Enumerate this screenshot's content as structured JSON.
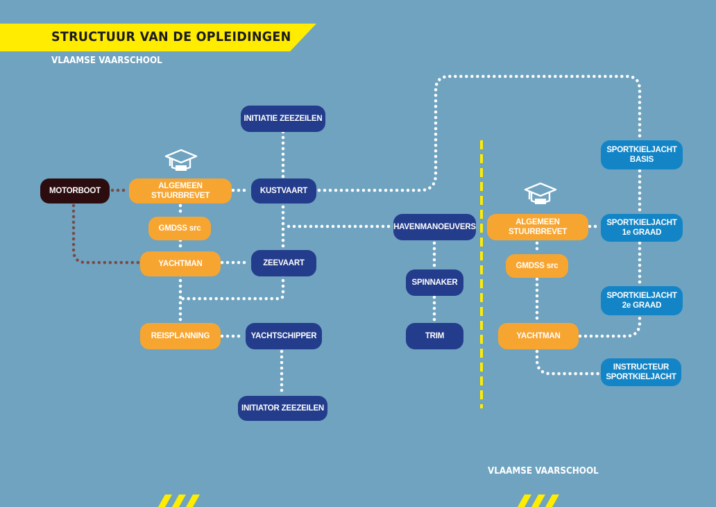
{
  "header": {
    "title": "STRUCTUUR VAN DE OPLEIDINGEN",
    "subtitle": "VLAAMSE VAARSCHOOL"
  },
  "footer": {
    "label": "VLAAMSE VAARSCHOOL"
  },
  "left": {
    "initiatie_zeezeilen": "INITIATIE ZEEZEILEN",
    "motorboot": "MOTORBOOT",
    "algemeen_stuurbrevet": "ALGEMEEN STUURBREVET",
    "kustvaart": "KUSTVAART",
    "gmdss": "GMDSS src",
    "yachtman": "YACHTMAN",
    "zeevaart": "ZEEVAART",
    "reisplanning": "REISPLANNING",
    "yachtschipper": "YACHTSCHIPPER",
    "initiator_zeezeilen": "INITIATOR ZEEZEILEN"
  },
  "middle": {
    "havenmanoeuvers": "HAVENMANOEUVERS",
    "spinnaker": "SPINNAKER",
    "trim": "TRIM"
  },
  "right": {
    "algemeen_stuurbrevet": "ALGEMEEN STUURBREVET",
    "gmdss": "GMDSS src",
    "yachtman": "YACHTMAN",
    "sportkieljacht_basis": "SPORTKIELJACHT\nBASIS",
    "sportkieljacht_1e": "SPORTKIELJACHT\n1e GRAAD",
    "sportkieljacht_2e": "SPORTKIELJACHT\n2e GRAAD",
    "instructeur": "INSTRUCTEUR\nSPORTKIELJACHT"
  },
  "colors": {
    "background": "#6fa3c0",
    "banner": "#ffec00",
    "orange": "#f7a531",
    "navy": "#233c8b",
    "blue": "#1385c7",
    "dark": "#2c0d0f",
    "divider": "#ffec00",
    "connector_light": "#ffffff",
    "connector_dark": "#7a4a45"
  },
  "icons": [
    "graduation-cap-icon",
    "graduation-cap-icon",
    "stripe-marks-icon",
    "stripe-marks-icon"
  ]
}
